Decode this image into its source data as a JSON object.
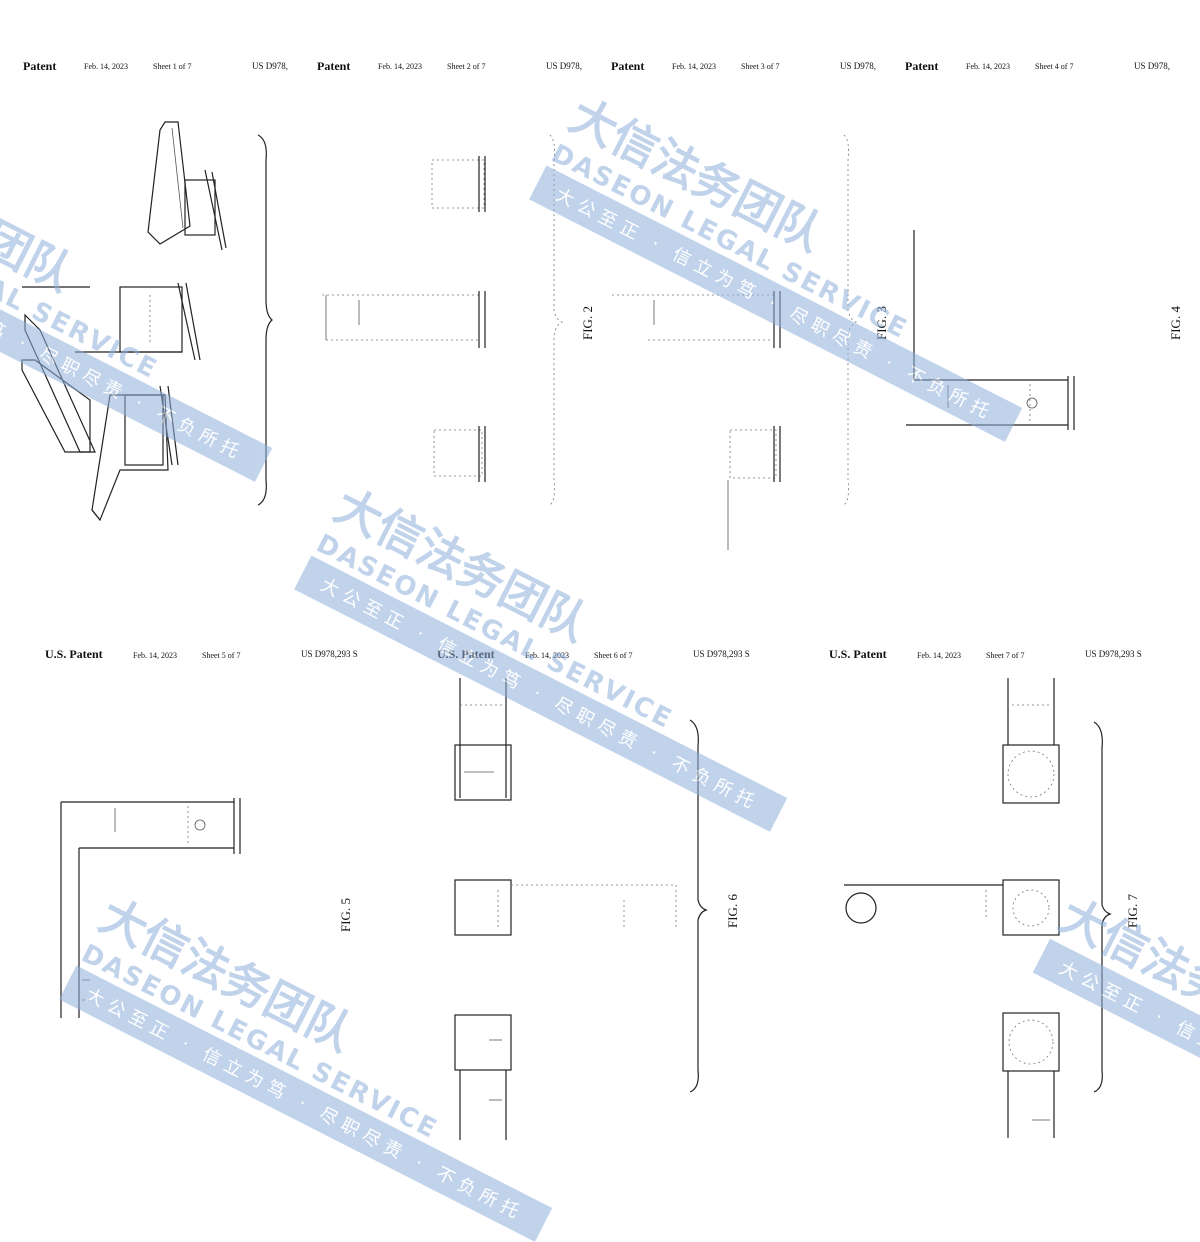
{
  "sheets": [
    {
      "patent": "Patent",
      "date": "Feb. 14, 2023",
      "sheet": "Sheet 1 of 7",
      "number": "US D978,",
      "fig": ""
    },
    {
      "patent": "Patent",
      "date": "Feb. 14, 2023",
      "sheet": "Sheet 2 of 7",
      "number": "US D978,",
      "fig": "FIG. 2"
    },
    {
      "patent": "Patent",
      "date": "Feb. 14, 2023",
      "sheet": "Sheet 3 of 7",
      "number": "US D978,",
      "fig": "FIG. 3"
    },
    {
      "patent": "Patent",
      "date": "Feb. 14, 2023",
      "sheet": "Sheet 4 of 7",
      "number": "US D978,",
      "fig": "FIG. 4"
    },
    {
      "patent": "U.S. Patent",
      "date": "Feb. 14, 2023",
      "sheet": "Sheet 5 of 7",
      "number": "US D978,293 S",
      "fig": "FIG. 5"
    },
    {
      "patent": "U.S. Patent",
      "date": "Feb. 14, 2023",
      "sheet": "Sheet 6 of 7",
      "number": "US D978,293 S",
      "fig": "FIG. 6"
    },
    {
      "patent": "U.S. Patent",
      "date": "Feb. 14, 2023",
      "sheet": "Sheet 7 of 7",
      "number": "US D978,293 S",
      "fig": "FIG. 7"
    }
  ],
  "watermark": {
    "title_cn": "大信法务团队",
    "title_en": "DASEON LEGAL SERVICE",
    "slogan": "大公至正 · 信立为笃 · 尽职尽责 · 不负所托"
  }
}
